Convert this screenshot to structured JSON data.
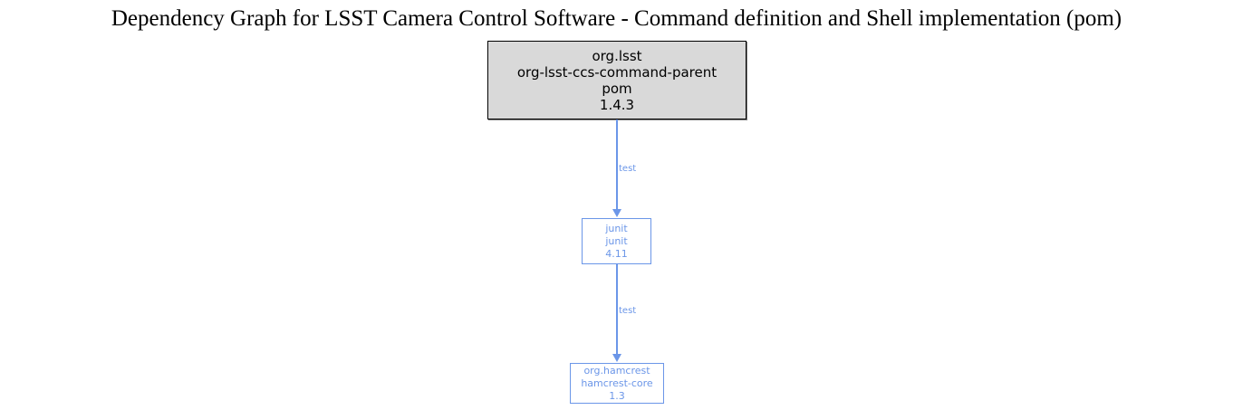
{
  "title": "Dependency Graph for LSST Camera Control Software - Command definition and Shell implementation (pom)",
  "colors": {
    "background": "#ffffff",
    "root_fill": "#d9d9d9",
    "root_border": "#000000",
    "root_text": "#000000",
    "dependency_accent": "#6b96e8",
    "dependency_fill": "#ffffff"
  },
  "graph": {
    "nodes": [
      {
        "id": "root",
        "kind": "root-artifact",
        "group_id": "org.lsst",
        "artifact_id": "org-lsst-ccs-command-parent",
        "packaging": "pom",
        "version": "1.4.3"
      },
      {
        "id": "junit",
        "kind": "dependency",
        "group_id": "junit",
        "artifact_id": "junit",
        "version": "4.11"
      },
      {
        "id": "hamcrest",
        "kind": "dependency",
        "group_id": "org.hamcrest",
        "artifact_id": "hamcrest-core",
        "version": "1.3"
      }
    ],
    "edges": [
      {
        "id": "edge1",
        "from": "root",
        "to": "junit",
        "label": "test"
      },
      {
        "id": "edge2",
        "from": "junit",
        "to": "hamcrest",
        "label": "test"
      }
    ]
  }
}
